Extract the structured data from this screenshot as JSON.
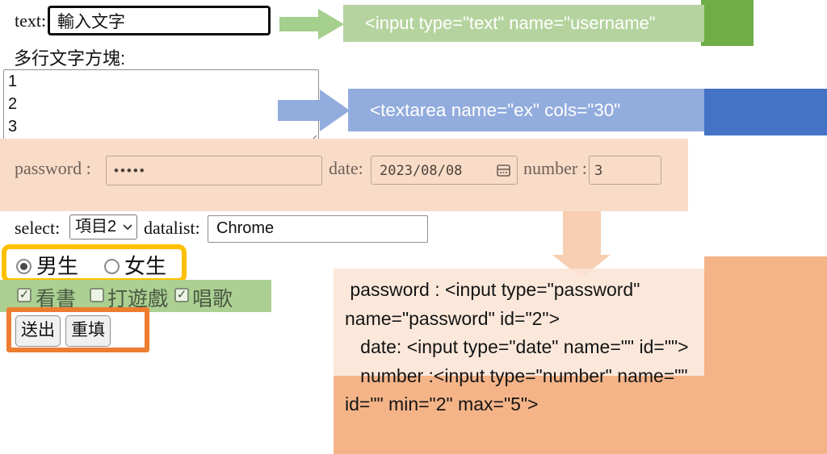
{
  "form": {
    "text_row": {
      "label": "text:",
      "value": "輸入文字"
    },
    "textarea_row": {
      "label": "多行文字方塊:",
      "value": "1\n2\n3"
    },
    "password_row": {
      "password_label": "password :",
      "password_value": "•••••",
      "date_label": "date:",
      "date_value": "2023/08/08",
      "number_label": "number :",
      "number_value": "3"
    },
    "select_row": {
      "select_label": "select:",
      "select_value": "項目2",
      "datalist_label": "datalist:",
      "datalist_value": "Chrome"
    },
    "radio_row": {
      "options": [
        {
          "label": "男生",
          "checked": true
        },
        {
          "label": "女生",
          "checked": false
        }
      ]
    },
    "checkbox_row": {
      "options": [
        {
          "label": "看書",
          "checked": true,
          "glyph": "✓"
        },
        {
          "label": "打遊戲",
          "checked": false,
          "glyph": ""
        },
        {
          "label": "唱歌",
          "checked": true,
          "glyph": "✓"
        }
      ]
    },
    "buttons": {
      "submit": "送出",
      "reset": "重填"
    }
  },
  "annotations": {
    "green_code": "<input type=\"text\" name=\"username\"",
    "blue_code": "<textarea name=\"ex\" cols=\"30\"",
    "peach_code": " password : <input type=\"password\"\nname=\"password\" id=\"2\">\n   date: <input type=\"date\" name=\"\" id=\"\">\n   number :<input type=\"number\" name=\"\"\nid=\"\" min=\"2\" max=\"5\">",
    "colors": {
      "green_light": "#b5d39e",
      "green_dark": "#6fae47",
      "blue_light": "#92acdd",
      "blue_dark": "#4472c4",
      "peach_band": "#f9dcc8",
      "peach_light": "#fbe5d6",
      "peach_dark": "#f4b488",
      "highlight_yellow": "#ffc000",
      "highlight_orange": "#ed7d31",
      "green_band": "#abd092"
    }
  }
}
